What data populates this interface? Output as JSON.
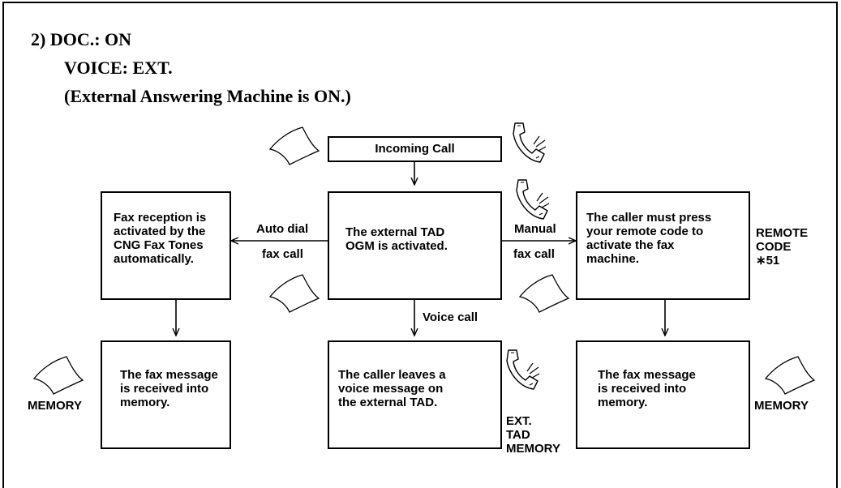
{
  "heading": {
    "line1": "2)  DOC.: ON",
    "line2": "VOICE: EXT.",
    "line3": "(External Answering Machine is ON.)"
  },
  "boxes": {
    "incoming": "Incoming Call",
    "left_top": [
      "Fax reception is",
      "activated by the",
      "CNG Fax Tones",
      "automatically."
    ],
    "center_top": [
      "The external TAD",
      "OGM is activated."
    ],
    "right_top": [
      "The caller must press",
      "your remote code to",
      "activate the fax",
      "machine."
    ],
    "left_bottom": [
      "The fax message",
      "is received into",
      "memory."
    ],
    "center_bottom": [
      "The caller leaves a",
      "voice message on",
      "the external TAD."
    ],
    "right_bottom": [
      "The fax message",
      "is received into",
      "memory."
    ]
  },
  "labels": {
    "auto_dial": "Auto dial",
    "fax_call_left": "fax call",
    "manual": "Manual",
    "fax_call_right": "fax call",
    "voice_call": "Voice call",
    "remote_code": [
      "REMOTE",
      "CODE",
      "∗51"
    ],
    "memory_left": "MEMORY",
    "memory_right": "MEMORY",
    "ext_tad_memory": [
      "EXT.",
      "TAD",
      "MEMORY"
    ]
  },
  "icons": {
    "paper": "fax-paper-icon",
    "phone": "telephone-handset-icon"
  }
}
